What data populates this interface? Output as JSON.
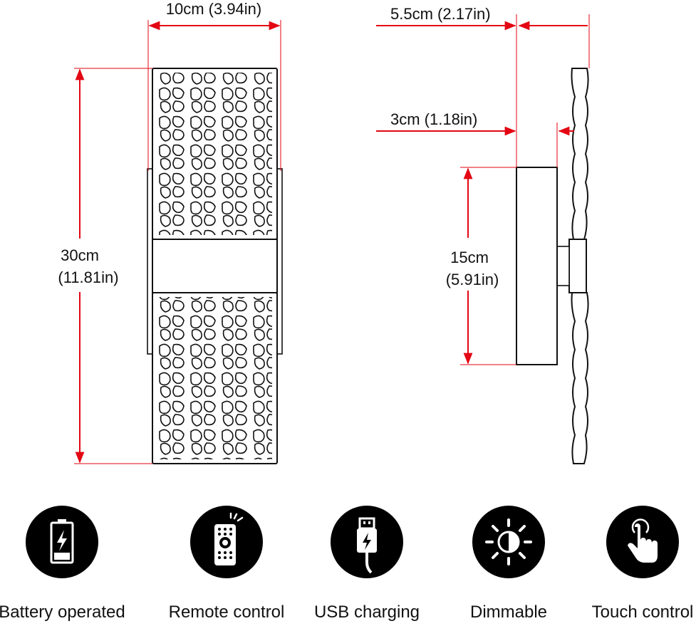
{
  "colors": {
    "dimension_line": "#e30613",
    "outline": "#111111",
    "icon_badge": "#000000",
    "icon_glyph": "#ffffff"
  },
  "front_view": {
    "width_label": "10cm (3.94in)",
    "height_label_line1": "30cm",
    "height_label_line2": "(11.81in)"
  },
  "side_view": {
    "depth_total_label": "5.5cm (2.17in)",
    "depth_base_label": "3cm (1.18in)",
    "base_height_label_line1": "15cm",
    "base_height_label_line2": "(5.91in)"
  },
  "features": [
    {
      "icon": "battery-icon",
      "label": "Battery operated"
    },
    {
      "icon": "remote-control-icon",
      "label": "Remote control"
    },
    {
      "icon": "usb-charging-icon",
      "label": "USB charging"
    },
    {
      "icon": "dimmable-icon",
      "label": "Dimmable"
    },
    {
      "icon": "touch-control-icon",
      "label": "Touch control"
    }
  ]
}
